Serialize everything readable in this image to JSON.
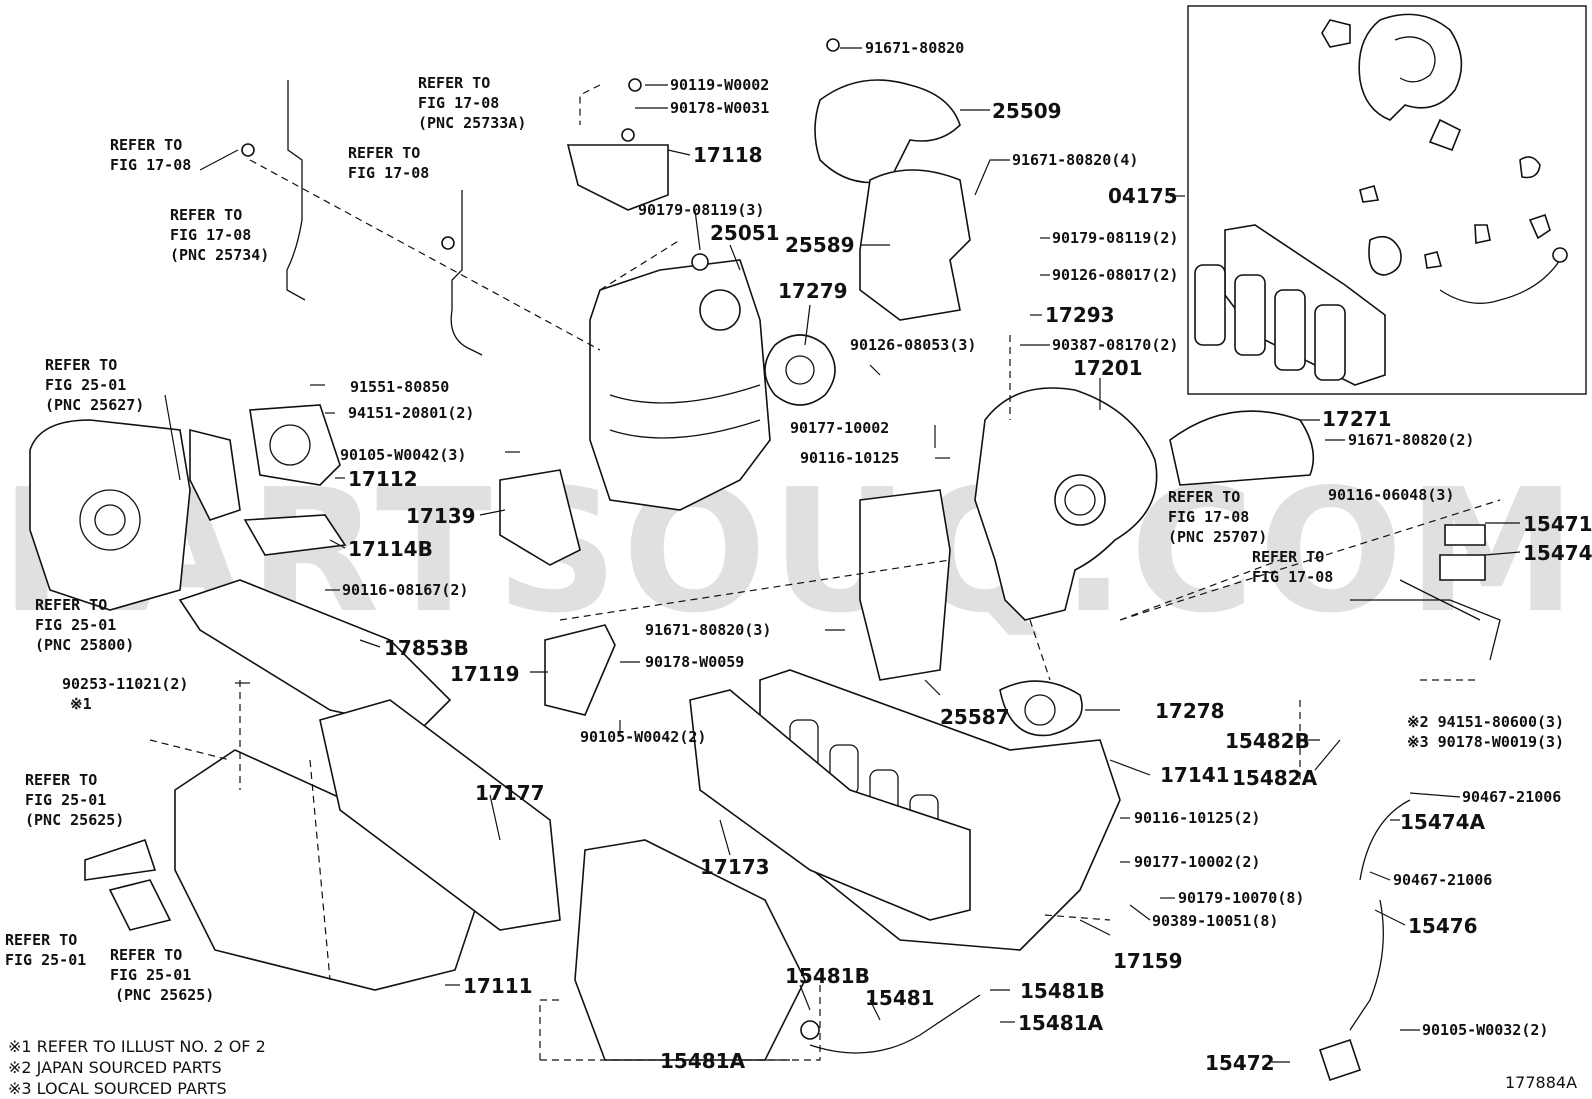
{
  "watermark": "PARTSOUQ.COM",
  "figure_id": "177884A",
  "notes": [
    "※1 REFER TO ILLUST NO. 2 OF 2",
    "※2 JAPAN SOURCED PARTS",
    "※3 LOCAL SOURCED PARTS"
  ],
  "refer": {
    "r1": [
      "REFER TO",
      "FIG 17-08"
    ],
    "r2": [
      "REFER TO",
      "FIG 17-08",
      "(PNC 25734)"
    ],
    "r3": [
      "REFER TO",
      "FIG 17-08",
      "(PNC 25733A)"
    ],
    "r4": [
      "REFER TO",
      "FIG 17-08"
    ],
    "r5": [
      "REFER TO",
      "FIG 25-01",
      "(PNC 25627)"
    ],
    "r6": [
      "REFER TO",
      "FIG 25-01",
      "(PNC 25800)"
    ],
    "r7": [
      "REFER TO",
      "FIG 25-01",
      "(PNC 25625)"
    ],
    "r8": [
      "REFER TO",
      "FIG 25-01"
    ],
    "r9": [
      "REFER TO",
      "FIG 25-01",
      "(PNC 25625)"
    ],
    "r10": [
      "REFER TO",
      "FIG 17-08",
      "(PNC 25707)"
    ],
    "r11": [
      "REFER TO",
      "FIG 17-08"
    ]
  },
  "parts": {
    "p91671_80820": "91671-80820",
    "p90119_W0002": "90119-W0002",
    "p90178_W0031": "90178-W0031",
    "p25509": "25509",
    "p17118": "17118",
    "p91671_80820_4": "91671-80820(4)",
    "p04175": "04175",
    "p90179_08119_3": "90179-08119(3)",
    "p25051": "25051",
    "p25589": "25589",
    "p90179_08119_2": "90179-08119(2)",
    "p90126_08017_2": "90126-08017(2)",
    "p17279": "17279",
    "p17293": "17293",
    "p90126_08053_3": "90126-08053(3)",
    "p90387_08170_2": "90387-08170(2)",
    "p17201": "17201",
    "p91551_80850": "91551-80850",
    "p94151_20801_2": "94151-20801(2)",
    "p90105_W0042_3": "90105-W0042(3)",
    "p17112": "17112",
    "p90177_10002": "90177-10002",
    "p90116_10125": "90116-10125",
    "p17271": "17271",
    "p91671_80820_2": "91671-80820(2)",
    "p17139": "17139",
    "p17114B": "17114B",
    "p90116_06048_3": "90116-06048(3)",
    "p15471": "15471",
    "p15474": "15474",
    "p90116_08167_2": "90116-08167(2)",
    "p91671_80820_3": "91671-80820(3)",
    "p17853B": "17853B",
    "p17119": "17119",
    "p90178_W0059": "90178-W0059",
    "p90253_11021_2": "90253-11021(2)",
    "p1": "※1",
    "p25587": "25587",
    "p17278": "17278",
    "p15482B": "15482B",
    "p94151_80600_3": "※2 94151-80600(3)",
    "p90178_W0019_3": "※3 90178-W0019(3)",
    "p90105_W0042_2": "90105-W0042(2)",
    "p17141": "17141",
    "p15482A": "15482A",
    "p90467_21006_a": "90467-21006",
    "p17177": "17177",
    "p15474A": "15474A",
    "p90116_10125_2": "90116-10125(2)",
    "p17173": "17173",
    "p90177_10002_2": "90177-10002(2)",
    "p90467_21006_b": "90467-21006",
    "p90179_10070_8": "90179-10070(8)",
    "p15476": "15476",
    "p90389_10051_8": "90389-10051(8)",
    "p17159": "17159",
    "p15481B_a": "15481B",
    "p15481": "15481",
    "p15481B_b": "15481B",
    "p17111": "17111",
    "p15481A_a": "15481A",
    "p90105_W0032_2": "90105-W0032(2)",
    "p15481A_b": "15481A",
    "p15472": "15472"
  }
}
